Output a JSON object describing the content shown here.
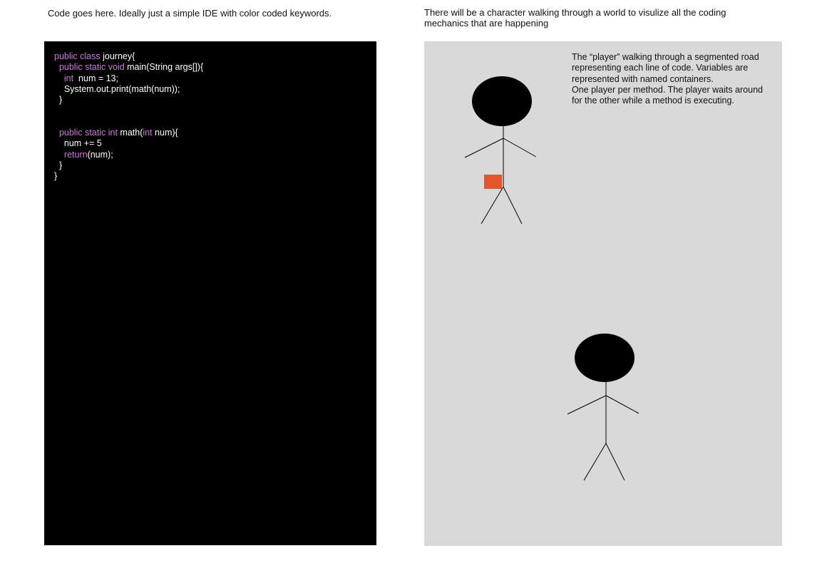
{
  "notes": {
    "left": "Code goes here. Ideally just a simple IDE with color coded keywords.",
    "right": "There will be a character walking through a world to visulize all the coding mechanics that are happening"
  },
  "code": {
    "lines": [
      [
        {
          "t": "public class",
          "k": true
        },
        {
          "t": " journey{",
          "k": false
        }
      ],
      [
        {
          "t": "  public static void",
          "k": true
        },
        {
          "t": " main(String args[]){",
          "k": false
        }
      ],
      [
        {
          "t": "    int",
          "k": true
        },
        {
          "t": "  num = 13;",
          "k": false
        }
      ],
      [
        {
          "t": "    System.out.print(math(num));",
          "k": false
        }
      ],
      [
        {
          "t": "  }",
          "k": false
        }
      ],
      [
        {
          "t": "",
          "k": false
        }
      ],
      [
        {
          "t": "",
          "k": false
        }
      ],
      [
        {
          "t": "  public static int",
          "k": true
        },
        {
          "t": " math(",
          "k": false
        },
        {
          "t": "int",
          "k": true
        },
        {
          "t": " num){",
          "k": false
        }
      ],
      [
        {
          "t": "    num += 5",
          "k": false
        }
      ],
      [
        {
          "t": "    ",
          "k": false
        },
        {
          "t": "return",
          "k": true
        },
        {
          "t": "(num);",
          "k": false
        }
      ],
      [
        {
          "t": "  }",
          "k": false
        }
      ],
      [
        {
          "t": "}",
          "k": false
        }
      ]
    ],
    "keyword_color": "#c77dd6",
    "text_color": "#ffffff",
    "background": "#000000"
  },
  "visual": {
    "description": [
      "The “player” walking through a segmented road representing each line of code. Variables are represented with named containers.",
      "One player per method. The player waits around for the other while a method is executing."
    ],
    "background": "#d9d9d9",
    "variable_container_color": "#e0542e"
  }
}
